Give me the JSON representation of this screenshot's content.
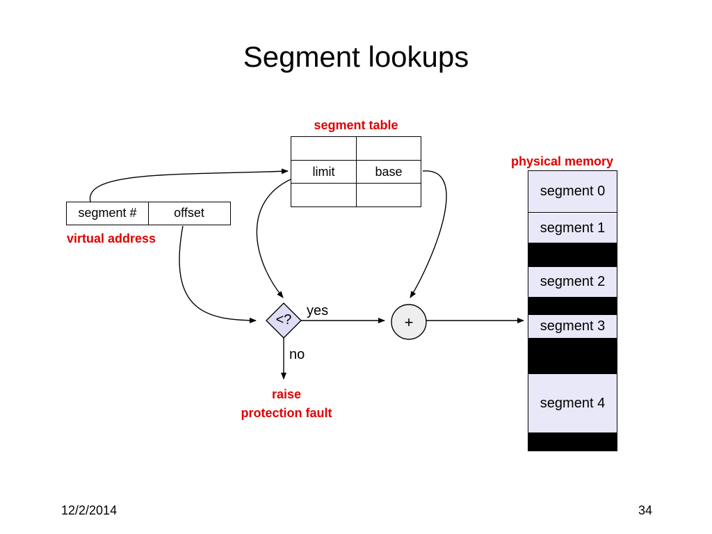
{
  "title": "Segment lookups",
  "segment_table": {
    "label": "segment table",
    "limit": "limit",
    "base": "base"
  },
  "virtual_address": {
    "label": "virtual address",
    "segment_num": "segment #",
    "offset": "offset"
  },
  "compare": {
    "symbol": "<?",
    "yes": "yes",
    "no": "no"
  },
  "adder": {
    "symbol": "+"
  },
  "fault": {
    "line1": "raise",
    "line2": "protection fault"
  },
  "physical_memory": {
    "label": "physical memory",
    "segments": [
      "segment 0",
      "segment 1",
      "segment 2",
      "segment 3",
      "segment 4"
    ]
  },
  "footer": {
    "date": "12/2/2014",
    "page": "34"
  },
  "colors": {
    "label_red": "#e00000",
    "segment_fill": "#e8e8f8",
    "diamond_fill": "#ddddf5",
    "adder_fill": "#eeeeee"
  }
}
